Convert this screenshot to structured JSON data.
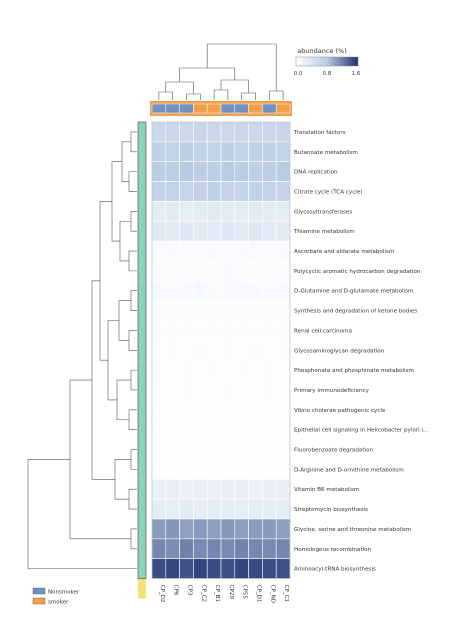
{
  "chart_data": {
    "type": "heatmap",
    "title": "",
    "legend": {
      "title": "abundance (%)",
      "ticks": [
        "0.0",
        "0.8",
        "1.6"
      ],
      "range": [
        0,
        1.6
      ],
      "colors": [
        "#ffffff",
        "#b9cbe4",
        "#20306e"
      ]
    },
    "columns": [
      "CP_D2",
      "CP6",
      "CP3",
      "CP_C2",
      "CP_B1",
      "CP20",
      "CP55",
      "CP_D1",
      "CP_ND",
      "CP_C1"
    ],
    "column_groups": [
      "nonsmoker",
      "nonsmoker",
      "nonsmoker",
      "smoker",
      "smoker",
      "nonsmoker",
      "nonsmoker",
      "smoker",
      "nonsmoker",
      "smoker"
    ],
    "row_groups": [
      "teal",
      "teal",
      "teal",
      "teal",
      "teal",
      "teal",
      "teal",
      "teal",
      "teal",
      "teal",
      "teal",
      "teal",
      "teal",
      "teal",
      "teal",
      "teal",
      "teal",
      "teal",
      "teal",
      "teal",
      "teal",
      "teal",
      "teal",
      "yellow"
    ],
    "group_legend": [
      {
        "key": "nonsmoker",
        "label": "Nonsmoker",
        "color": "#6f93c3"
      },
      {
        "key": "smoker",
        "label": "smoker",
        "color": "#f0a04b"
      }
    ],
    "row_group_colors": {
      "teal": "#8fd1c0",
      "yellow": "#f5e07a"
    },
    "rows": [
      {
        "label": "Translation factors",
        "values": [
          0.6,
          0.62,
          0.58,
          0.63,
          0.61,
          0.59,
          0.62,
          0.6,
          0.61,
          0.63
        ]
      },
      {
        "label": "Butanoate metabolism",
        "values": [
          0.72,
          0.7,
          0.74,
          0.71,
          0.69,
          0.73,
          0.7,
          0.72,
          0.71,
          0.7
        ]
      },
      {
        "label": "DNA replication",
        "values": [
          0.78,
          0.76,
          0.8,
          0.77,
          0.75,
          0.79,
          0.78,
          0.76,
          0.77,
          0.79
        ]
      },
      {
        "label": "Citrate cycle (TCA cycle)",
        "values": [
          0.68,
          0.7,
          0.66,
          0.69,
          0.71,
          0.67,
          0.68,
          0.7,
          0.69,
          0.67
        ]
      },
      {
        "label": "Glycosyltransferases",
        "values": [
          0.3,
          0.32,
          0.28,
          0.31,
          0.33,
          0.29,
          0.3,
          0.32,
          0.31,
          0.29
        ]
      },
      {
        "label": "Thiamine metabolism",
        "values": [
          0.34,
          0.33,
          0.35,
          0.32,
          0.34,
          0.36,
          0.33,
          0.35,
          0.34,
          0.32
        ]
      },
      {
        "label": "Ascorbate and aldarate metabolism",
        "values": [
          0.06,
          0.07,
          0.06,
          0.08,
          0.07,
          0.06,
          0.07,
          0.08,
          0.06,
          0.07
        ]
      },
      {
        "label": "Polycyclic aromatic hydrocarbon degradation",
        "values": [
          0.05,
          0.06,
          0.05,
          0.06,
          0.05,
          0.07,
          0.06,
          0.05,
          0.06,
          0.05
        ]
      },
      {
        "label": "D-Glutamine and D-glutamate metabolism",
        "values": [
          0.09,
          0.08,
          0.09,
          0.1,
          0.08,
          0.09,
          0.1,
          0.09,
          0.08,
          0.09
        ]
      },
      {
        "label": "Synthesis and degradation of ketone bodies",
        "values": [
          0.05,
          0.04,
          0.05,
          0.05,
          0.04,
          0.05,
          0.04,
          0.05,
          0.05,
          0.04
        ]
      },
      {
        "label": "Renal cell carcinoma",
        "values": [
          0.04,
          0.04,
          0.05,
          0.04,
          0.04,
          0.05,
          0.04,
          0.04,
          0.05,
          0.04
        ]
      },
      {
        "label": "Glycosaminoglycan degradation",
        "values": [
          0.03,
          0.04,
          0.03,
          0.04,
          0.03,
          0.04,
          0.03,
          0.04,
          0.03,
          0.04
        ]
      },
      {
        "label": "Phosphonate and phosphinate metabolism",
        "values": [
          0.04,
          0.03,
          0.04,
          0.03,
          0.04,
          0.03,
          0.04,
          0.03,
          0.04,
          0.03
        ]
      },
      {
        "label": "Primary immunodeficiency",
        "values": [
          0.03,
          0.03,
          0.04,
          0.03,
          0.03,
          0.04,
          0.03,
          0.03,
          0.04,
          0.03
        ]
      },
      {
        "label": "Vibrio cholerae pathogenic cycle",
        "values": [
          0.02,
          0.03,
          0.02,
          0.03,
          0.02,
          0.03,
          0.02,
          0.03,
          0.02,
          0.03
        ]
      },
      {
        "label": "Epithelial cell signaling in Helicobacter pylori i...",
        "values": [
          0.02,
          0.02,
          0.03,
          0.02,
          0.02,
          0.03,
          0.02,
          0.02,
          0.03,
          0.02
        ]
      },
      {
        "label": "Fluorobenzoate degradation",
        "values": [
          0.01,
          0.01,
          0.01,
          0.01,
          0.01,
          0.01,
          0.01,
          0.01,
          0.01,
          0.01
        ]
      },
      {
        "label": "D-Arginine and D-ornithine metabolism",
        "values": [
          0.02,
          0.01,
          0.02,
          0.01,
          0.02,
          0.01,
          0.02,
          0.01,
          0.02,
          0.01
        ]
      },
      {
        "label": "Vitamin B6 metabolism",
        "values": [
          0.24,
          0.26,
          0.22,
          0.25,
          0.23,
          0.24,
          0.26,
          0.22,
          0.25,
          0.24
        ]
      },
      {
        "label": "Streptomycin biosynthesis",
        "values": [
          0.3,
          0.28,
          0.32,
          0.29,
          0.31,
          0.3,
          0.28,
          0.31,
          0.29,
          0.3
        ]
      },
      {
        "label": "Glycine, serine and threonine metabolism",
        "values": [
          1.05,
          1.08,
          1.02,
          1.06,
          1.04,
          1.07,
          1.03,
          1.05,
          1.06,
          1.04
        ]
      },
      {
        "label": "Homologous recombination",
        "values": [
          1.15,
          1.12,
          1.18,
          1.14,
          1.16,
          1.13,
          1.17,
          1.15,
          1.14,
          1.16
        ]
      },
      {
        "label": "Aminoacyl-tRNA biosynthesis",
        "values": [
          1.45,
          1.48,
          1.42,
          1.5,
          1.46,
          1.44,
          1.49,
          1.47,
          1.45,
          1.43
        ]
      }
    ],
    "row_group_note": ""
  }
}
